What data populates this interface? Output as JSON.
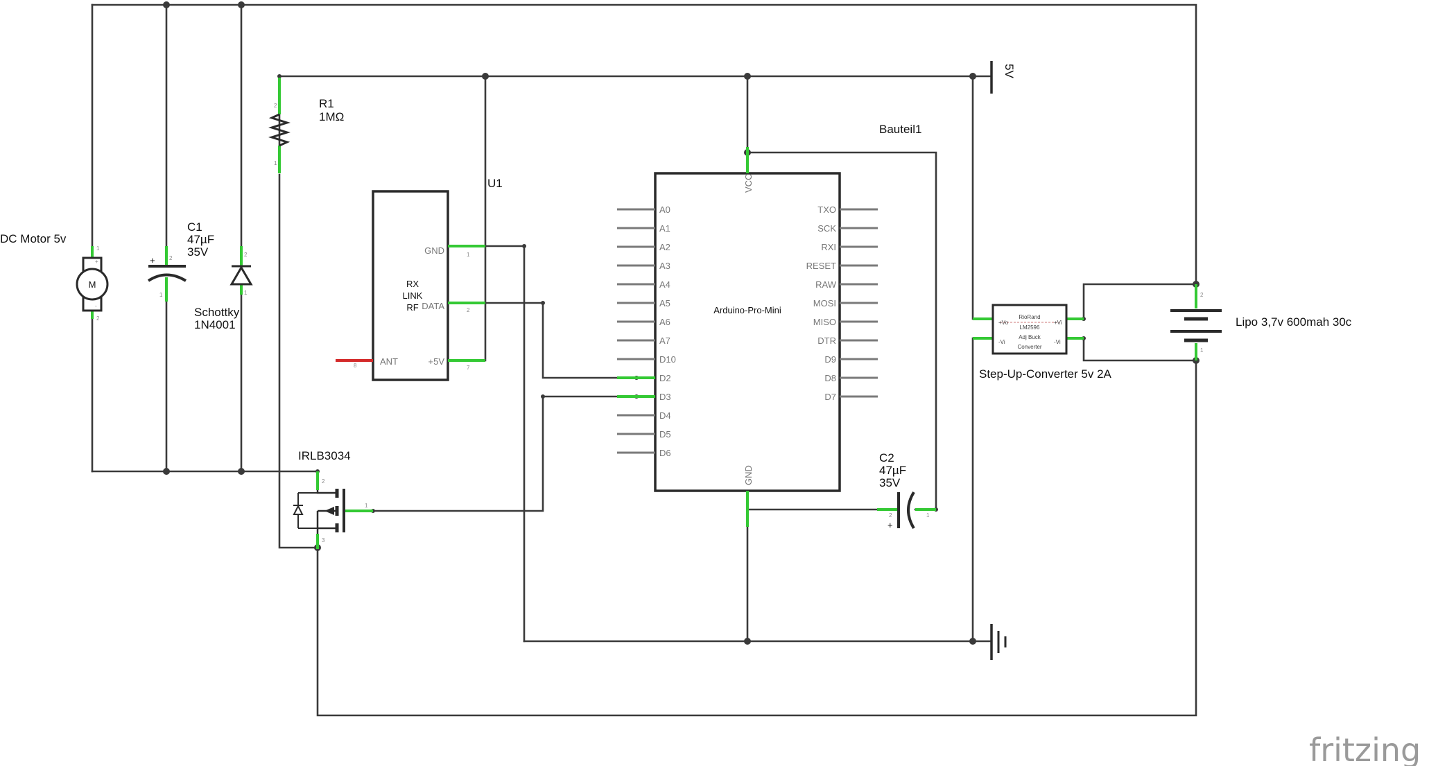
{
  "labels": {
    "motor": "DC Motor 5v",
    "motor_symbol": "M",
    "c1_ref": "C1",
    "c1_value": "47µF",
    "c1_voltage": "35V",
    "diode_name": "Schottky",
    "diode_part": "1N4001",
    "r1_ref": "R1",
    "r1_value": "1MΩ",
    "u1_ref": "U1",
    "rf_line1": "RX",
    "rf_line2": "LINK",
    "rf_line3": "RF",
    "bauteil": "Bauteil1",
    "arduino": "Arduino-Pro-Mini",
    "supply": "5V",
    "c2_ref": "C2",
    "c2_value": "47µF",
    "c2_voltage": "35V",
    "mosfet": "IRLB3034",
    "battery": "Lipo 3,7v 600mah 30c",
    "converter_caption": "Step-Up-Converter 5v 2A",
    "conv_line1": "RioRand",
    "conv_line2": "LM2596",
    "conv_line3": "Adj Buck",
    "conv_line4": "Converter",
    "conv_vo_plus": "+Vo",
    "conv_vi_plus": "+Vi",
    "conv_vo_minus": "-Vi",
    "conv_vi_minus": "-Vi",
    "brand": "fritzing"
  },
  "rf_pins": {
    "gnd": "GND",
    "data": "DATA",
    "plus5v": "+5V",
    "ant": "ANT",
    "n_gnd": "1",
    "n_data": "2",
    "n_5v": "7",
    "n_ant": "8"
  },
  "arduino_left_pins": [
    "A0",
    "A1",
    "A2",
    "A3",
    "A4",
    "A5",
    "A6",
    "A7",
    "D10",
    "D2",
    "D3",
    "D4",
    "D5",
    "D6"
  ],
  "arduino_right_pins": [
    "TXO",
    "SCK",
    "RXI",
    "RESET",
    "RAW",
    "MOSI",
    "MISO",
    "DTR",
    "D9",
    "D8",
    "D7"
  ],
  "arduino_top_pin": "VCC",
  "arduino_bottom_pin": "GND",
  "pin_numbers": {
    "two": "2",
    "one": "1",
    "three": "3",
    "plus": "+",
    "minus": "-"
  },
  "colors": {
    "wire": "#3a3a3a",
    "pin_connected": "#34c934",
    "pin_unconnected": "#7a7a7a",
    "antenna": "#d42a2a",
    "brand_text": "#9a9a9a"
  }
}
